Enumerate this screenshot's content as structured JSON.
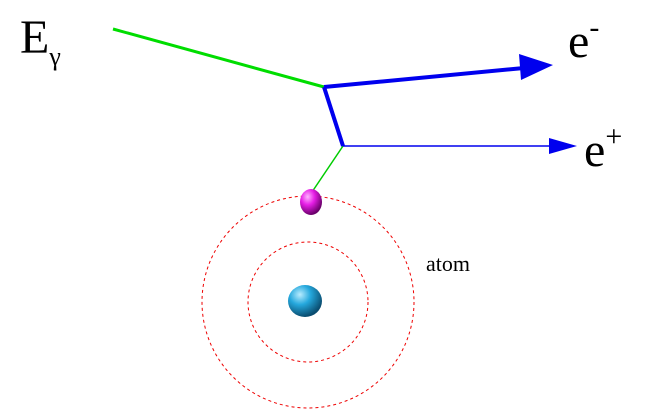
{
  "labels": {
    "incoming_photon": {
      "main": "E",
      "sub": "γ"
    },
    "electron": {
      "main": "e",
      "sup": "-"
    },
    "positron": {
      "main": "e",
      "sup": "+"
    },
    "atom": "atom"
  },
  "colors": {
    "photon": "#00dd00",
    "interaction": "#0000ee",
    "orbit": "#ee0000",
    "electron_sphere": "#cc00cc",
    "nucleus_sphere": "#1a9fd6"
  }
}
